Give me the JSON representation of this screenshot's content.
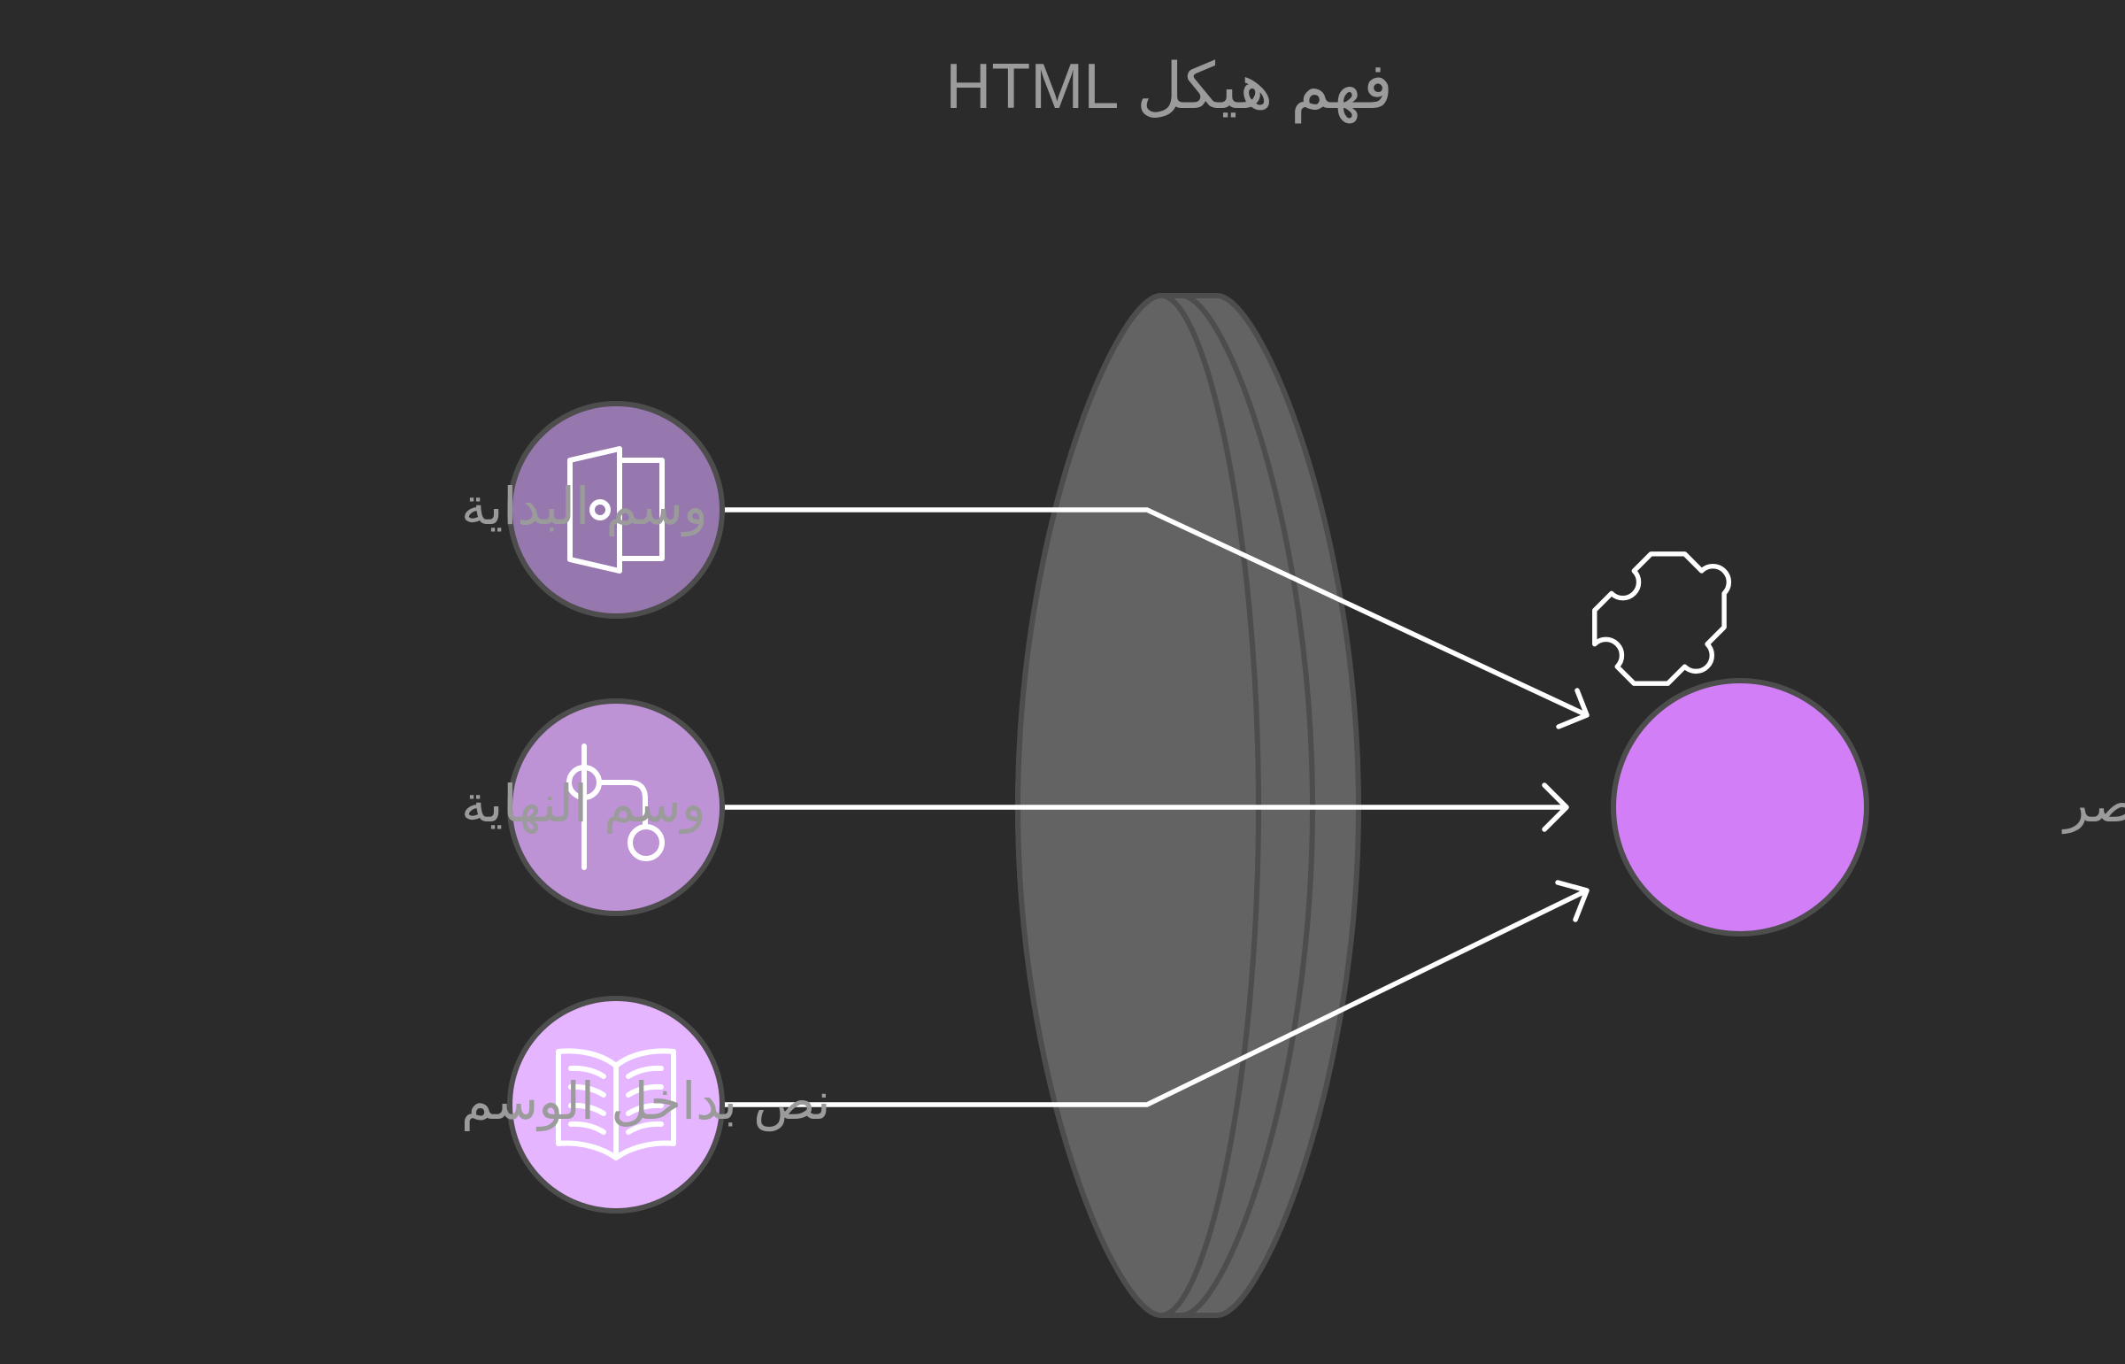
{
  "title": "فهم هيكل HTML",
  "inputs": [
    {
      "label": "وسم البداية",
      "icon": "door-open-icon",
      "color": "#9677ae"
    },
    {
      "label": "وسم النهاية",
      "icon": "git-branch-icon",
      "color": "#bd93d6"
    },
    {
      "label": "نص بداخل الوسم",
      "icon": "open-book-icon",
      "color": "#e5b5ff"
    }
  ],
  "output": {
    "label": "عنصر",
    "icon": "puzzle-piece-icon",
    "color": "#d27ff7"
  },
  "colors": {
    "background": "#2b2b2b",
    "lens": "#636363",
    "lens_edge": "#4d4d4d",
    "text": "#9b9b9b",
    "lines": "#ffffff"
  }
}
